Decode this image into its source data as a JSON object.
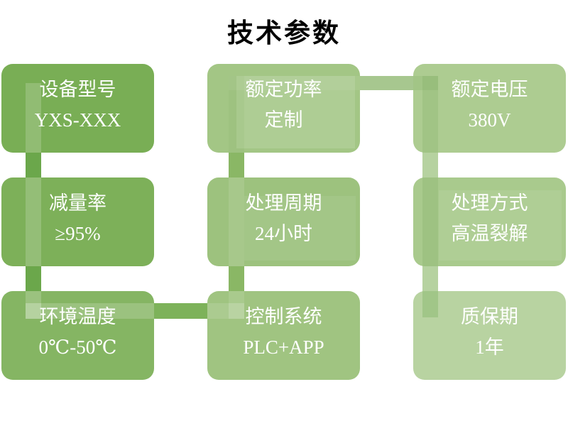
{
  "title": "技术参数",
  "boxes": [
    {
      "id": "device-model",
      "label": "设备型号",
      "value": "YXS-XXX",
      "color": "#79ae55"
    },
    {
      "id": "rated-power",
      "label": "额定功率",
      "value": "定制",
      "color": "#a3c685"
    },
    {
      "id": "rated-voltage",
      "label": "额定电压",
      "value": "380V",
      "color": "#adcc91"
    },
    {
      "id": "reduction-rate",
      "label": "减量率",
      "value": "≥95%",
      "color": "#7db059"
    },
    {
      "id": "processing-cycle",
      "label": "处理周期",
      "value": "24小时",
      "color": "#9dc27e"
    },
    {
      "id": "processing-method",
      "label": "处理方式",
      "value": "高温裂解",
      "color": "#a9ca8d"
    },
    {
      "id": "ambient-temperature",
      "label": "环境温度",
      "value": "0℃-50℃",
      "color": "#85b563"
    },
    {
      "id": "control-system",
      "label": "控制系统",
      "value": "PLC+APP",
      "color": "#a0c481"
    },
    {
      "id": "warranty",
      "label": "质保期",
      "value": "1年",
      "color": "#b8d3a1"
    }
  ],
  "connectors": {
    "col1_vertical": "#6ba74b",
    "row3_horizontal": "#7db25a",
    "col2_vertical": "#8ab765",
    "row1_horizontal": "#a7c78f",
    "col3_vertical": "#b6d2a0"
  },
  "text_color": "#ffffff",
  "background_color": "#ffffff"
}
